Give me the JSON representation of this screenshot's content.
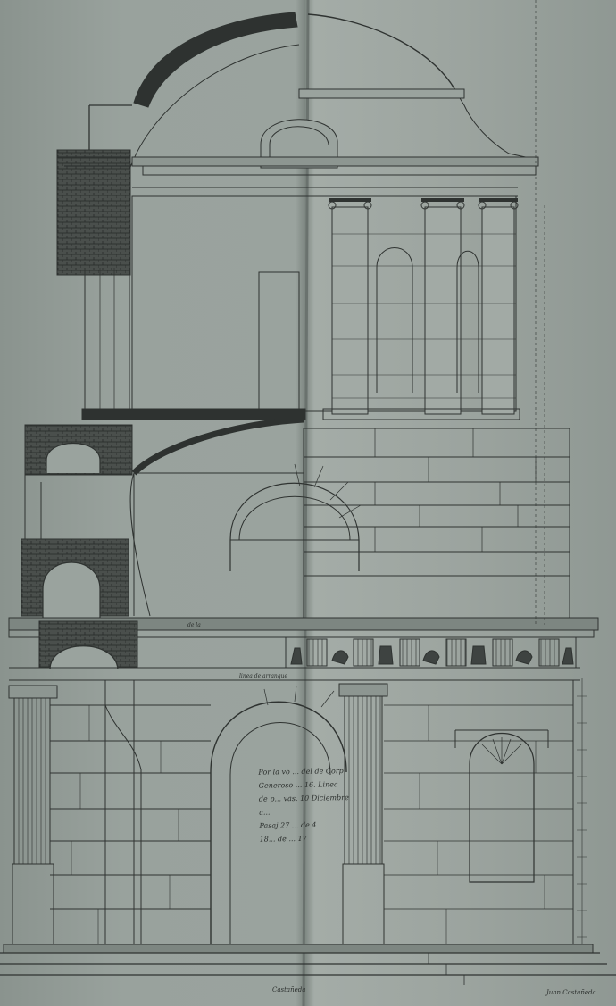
{
  "inscription": {
    "lines": [
      "Por la vo ... del de Corp",
      "Generoso ... 16. Linea",
      "de p... vas. 10 Diciembre",
      "a... ",
      "Pasaj 27 ... de 4",
      "18... de ... 17"
    ]
  },
  "labels": {
    "left_side": "linea de arranque",
    "top_side": "de la"
  },
  "signatures": {
    "bottom_center": "Castañeda",
    "bottom_right": "Juan Castañeda"
  },
  "colors": {
    "paper": "#9aa39e",
    "ink": "#2b2f2d",
    "masonry": "#3a3e3c"
  }
}
